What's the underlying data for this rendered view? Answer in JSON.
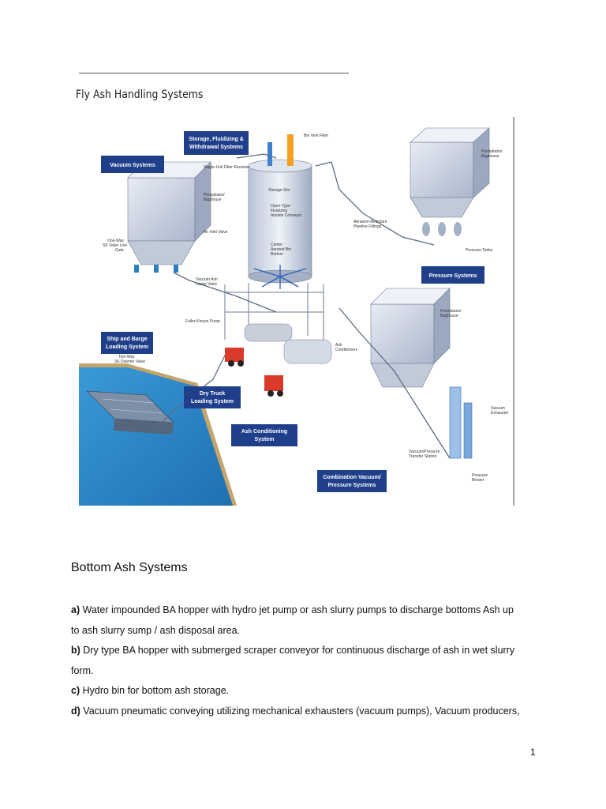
{
  "figure": {
    "caption": "Fly Ash Handling Systems",
    "section_boxes": {
      "vacuum": "Vacuum Systems",
      "storage_l1": "Storage, Fluidizing &",
      "storage_l2": "Withdrawal Systems",
      "pressure": "Pressure Systems",
      "ship_l1": "Ship and Barge",
      "ship_l2": "Loading System",
      "dry_truck_l1": "Dry Truck",
      "dry_truck_l2": "Loading System",
      "ash_cond_l1": "Ash Conditioning",
      "ash_cond_l2": "System",
      "combo_l1": "Combination Vacuum/",
      "combo_l2": "Pressure Systems"
    },
    "small_labels": {
      "bin_vent_filter": "Bin Vent Filter",
      "single_unit_filter": "Single-Unit Filter Receiver",
      "storage_silo": "Storage Silo",
      "open_type_l1": "Open-Type",
      "open_type_l2": "Fluidizing",
      "open_type_l3": "Airslide Conveyor",
      "center_aerated_l1": "Center",
      "center_aerated_l2": "Aerated Bin",
      "center_aerated_l3": "Bottom",
      "precip_1a": "Precipitator/",
      "precip_1b": "Baghouse",
      "air_inlet": "Air Inlet Valve",
      "one_way_1": "One-Way",
      "one_way_2": "SK Valve Line",
      "one_way_3": "Gate",
      "vacuum_ash_1": "Vacuum Ash",
      "vacuum_ash_2": "Intake Valve",
      "fuller_pump": "Fuller-Kinyon Pump",
      "abrasion_1": "Abrasion-Resistant",
      "abrasion_2": "Pipeline Fittings",
      "precip_2a": "Precipitator/",
      "precip_2b": "Baghouse",
      "pressure_tanks": "Pressure Tanks",
      "precip_3a": "Precipitator/",
      "precip_3b": "Baghouse",
      "two_way_1": "Two-Way",
      "two_way_2": "SK Diverter Valve",
      "ash_cond_1": "Ash",
      "ash_cond_2": "Conditioners",
      "vac_exhauster_1": "Vacuum",
      "vac_exhauster_2": "Exhauster",
      "transfer_1": "Vacuum/Pressure",
      "transfer_2": "Transfer Station",
      "pressure_blower_1": "Pressure",
      "pressure_blower_2": "Blower"
    }
  },
  "section": {
    "heading": "Bottom Ash Systems",
    "items": [
      {
        "marker": "a)",
        "text": "Water impounded BA hopper with hydro jet pump or ash slurry pumps to discharge bottoms Ash up",
        "cont": "to ash slurry sump / ash disposal area."
      },
      {
        "marker": "b)",
        "text": "Dry type BA hopper with submerged scraper conveyor for continuous discharge of ash in wet slurry",
        "cont": "form."
      },
      {
        "marker": "c)",
        "text": "Hydro bin for bottom ash storage."
      },
      {
        "marker": "d)",
        "text": "Vacuum pneumatic conveying utilizing mechanical exhausters (vacuum pumps), Vacuum producers,"
      }
    ]
  },
  "footer": {
    "page_number": "1"
  },
  "colors": {
    "label_box": "#1f3f8a",
    "water": "#2e8fd0",
    "structure": "#c9d2e2",
    "truck": "#d93a2a",
    "pipe": "#5b6b80"
  }
}
